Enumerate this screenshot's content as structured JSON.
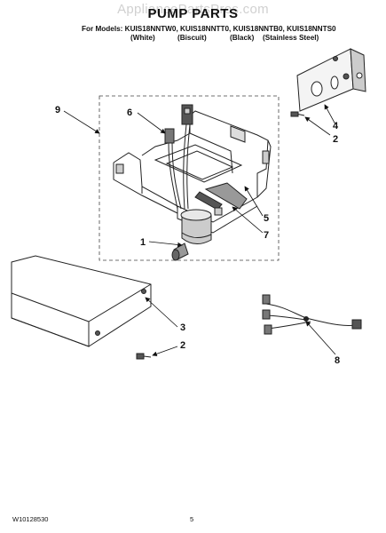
{
  "header": {
    "watermark": "AppliancePartsPros.com",
    "title": "PUMP PARTS",
    "models_line": "For Models: KUIS18NNTW0, KUIS18NNTT0, KUIS18NNTB0, KUIS18NNTS0",
    "colors": [
      "(White)",
      "(Biscuit)",
      "(Black)",
      "(Stainless Steel)"
    ]
  },
  "callouts": [
    "9",
    "6",
    "4",
    "2",
    "5",
    "7",
    "1",
    "3",
    "2",
    "8"
  ],
  "footer": {
    "doc_number": "W10128530",
    "page_number": "5"
  }
}
